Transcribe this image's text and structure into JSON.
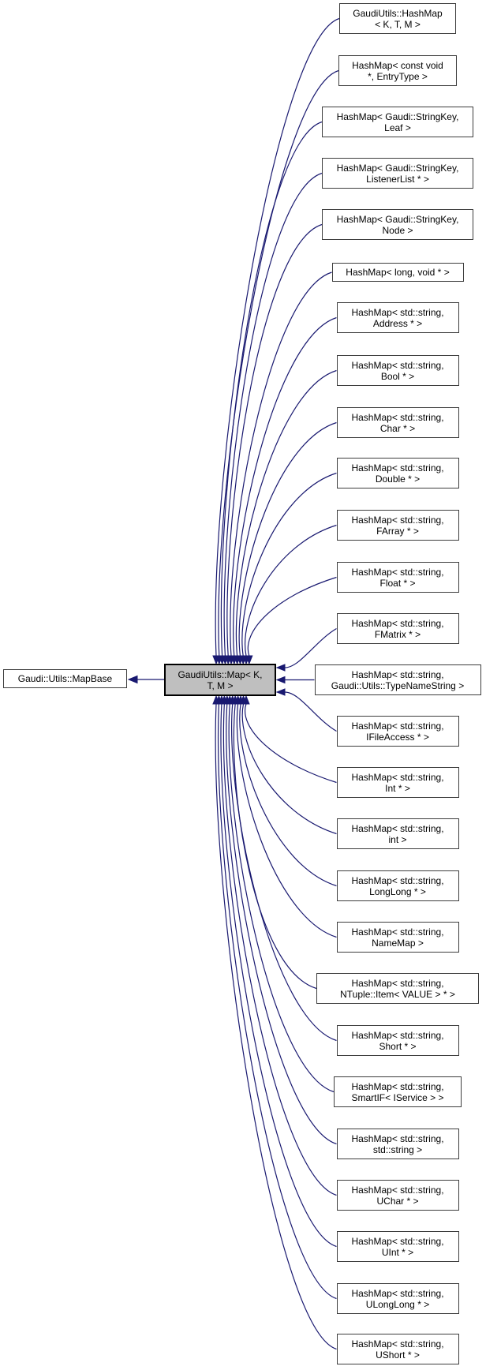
{
  "diagram_type": "class-inheritance-graph",
  "colors": {
    "edge": "#191970",
    "node_border": "#3d3d3d",
    "node_fill": "#ffffff",
    "center_fill": "#bfbfbf",
    "center_border": "#000000",
    "text": "#000000"
  },
  "base_node": {
    "label": "Gaudi::Utils::MapBase"
  },
  "center_node": {
    "lines": [
      "GaudiUtils::Map< K,",
      "T, M >"
    ]
  },
  "derived_nodes": [
    {
      "lines": [
        "GaudiUtils::HashMap",
        "< K, T, M >"
      ]
    },
    {
      "lines": [
        "HashMap< const void",
        "*, EntryType >"
      ]
    },
    {
      "lines": [
        "HashMap< Gaudi::StringKey,",
        "Leaf >"
      ]
    },
    {
      "lines": [
        "HashMap< Gaudi::StringKey,",
        "ListenerList * >"
      ]
    },
    {
      "lines": [
        "HashMap< Gaudi::StringKey,",
        "Node >"
      ]
    },
    {
      "lines": [
        "HashMap< long, void * >"
      ]
    },
    {
      "lines": [
        "HashMap< std::string,",
        "Address * >"
      ]
    },
    {
      "lines": [
        "HashMap< std::string,",
        "Bool * >"
      ]
    },
    {
      "lines": [
        "HashMap< std::string,",
        "Char * >"
      ]
    },
    {
      "lines": [
        "HashMap< std::string,",
        "Double * >"
      ]
    },
    {
      "lines": [
        "HashMap< std::string,",
        "FArray * >"
      ]
    },
    {
      "lines": [
        "HashMap< std::string,",
        "Float * >"
      ]
    },
    {
      "lines": [
        "HashMap< std::string,",
        "FMatrix * >"
      ]
    },
    {
      "lines": [
        "HashMap< std::string,",
        "Gaudi::Utils::TypeNameString >"
      ]
    },
    {
      "lines": [
        "HashMap< std::string,",
        "IFileAccess * >"
      ]
    },
    {
      "lines": [
        "HashMap< std::string,",
        "Int * >"
      ]
    },
    {
      "lines": [
        "HashMap< std::string,",
        "int >"
      ]
    },
    {
      "lines": [
        "HashMap< std::string,",
        "LongLong * >"
      ]
    },
    {
      "lines": [
        "HashMap< std::string,",
        "NameMap >"
      ]
    },
    {
      "lines": [
        "HashMap< std::string,",
        "NTuple::Item< VALUE > * >"
      ]
    },
    {
      "lines": [
        "HashMap< std::string,",
        "Short * >"
      ]
    },
    {
      "lines": [
        "HashMap< std::string,",
        "SmartIF< IService > >"
      ]
    },
    {
      "lines": [
        "HashMap< std::string,",
        "std::string >"
      ]
    },
    {
      "lines": [
        "HashMap< std::string,",
        "UChar * >"
      ]
    },
    {
      "lines": [
        "HashMap< std::string,",
        "UInt * >"
      ]
    },
    {
      "lines": [
        "HashMap< std::string,",
        "ULongLong * >"
      ]
    },
    {
      "lines": [
        "HashMap< std::string,",
        "UShort * >"
      ]
    }
  ]
}
